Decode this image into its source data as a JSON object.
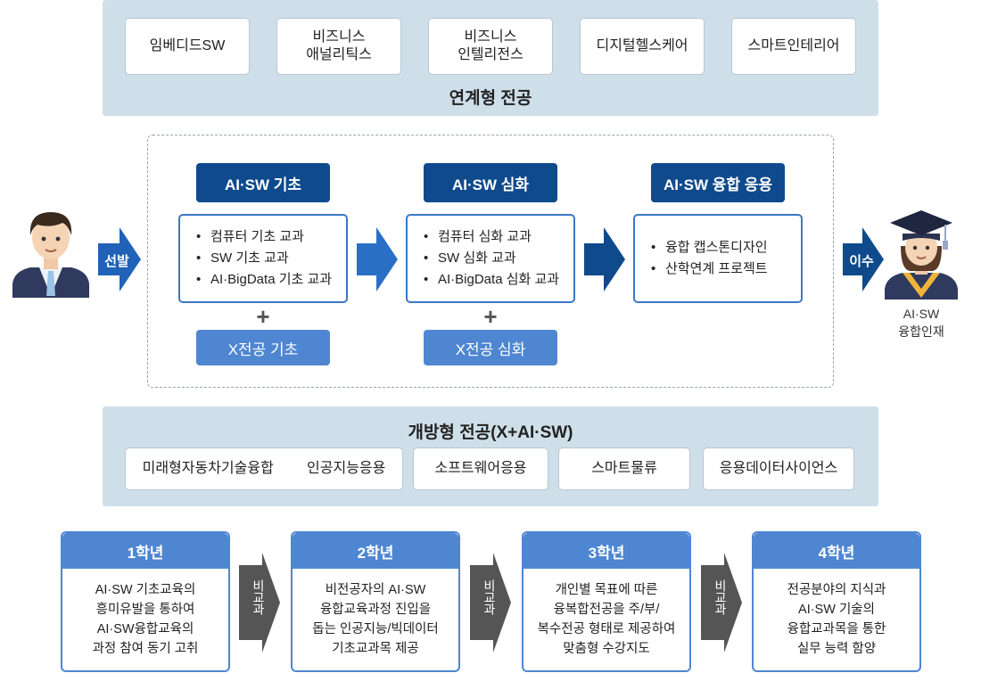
{
  "linked": {
    "items": [
      "임베디드SW",
      "비즈니스\n애널리틱스",
      "비즈니스\n인텔리전스",
      "디지털헬스케어",
      "스마트인테리어"
    ],
    "title": "연계형 전공"
  },
  "flow": {
    "select_label": "선발",
    "complete_label": "이수",
    "graduate_label": "AI·SW\n융합인재",
    "stages": [
      {
        "title": "AI·SW 기초",
        "items": [
          "컴퓨터 기초 교과",
          "SW 기초 교과",
          "AI·BigData 기초 교과"
        ],
        "extra": "X전공 기초"
      },
      {
        "title": "AI·SW 심화",
        "items": [
          "컴퓨터 심화 교과",
          "SW 심화 교과",
          "AI·BigData 심화 교과"
        ],
        "extra": "X전공 심화"
      },
      {
        "title": "AI·SW 융합 응용",
        "items": [
          "융합 캡스톤디자인",
          "산학연계 프로젝트"
        ]
      }
    ],
    "plus": "+"
  },
  "open": {
    "title": "개방형 전공(X+AI·SW)",
    "items": [
      "미래형자동차기술융합",
      "인공지능응용",
      "소프트웨어응용",
      "스마트물류",
      "응용데이터사이언스"
    ]
  },
  "years": {
    "cards": [
      {
        "title": "1학년",
        "body": "AI·SW 기초교육의\n흥미유발을 통하여\nAI·SW융합교육의\n과정 참여 동기 고취"
      },
      {
        "title": "2학년",
        "body": "비전공자의 AI·SW\n융합교육과정 진입을\n돕는 인공지능/빅데이터\n기초교과목 제공"
      },
      {
        "title": "3학년",
        "body": "개인별 목표에 따른\n융복합전공을 주/부/\n복수전공 형태로 제공하여\n맞춤형 수강지도"
      },
      {
        "title": "4학년",
        "body": "전공분야의 지식과\nAI·SW 기술의\n융합교과목을 통한\n실무 능력 함양"
      }
    ],
    "connector": "비교과"
  },
  "colors": {
    "dark_blue": "#0f4a8c",
    "mid_blue": "#3b78c4",
    "light_blue": "#4f86d2",
    "panel": "#cfdfea",
    "gray_arrow": "#555555"
  }
}
